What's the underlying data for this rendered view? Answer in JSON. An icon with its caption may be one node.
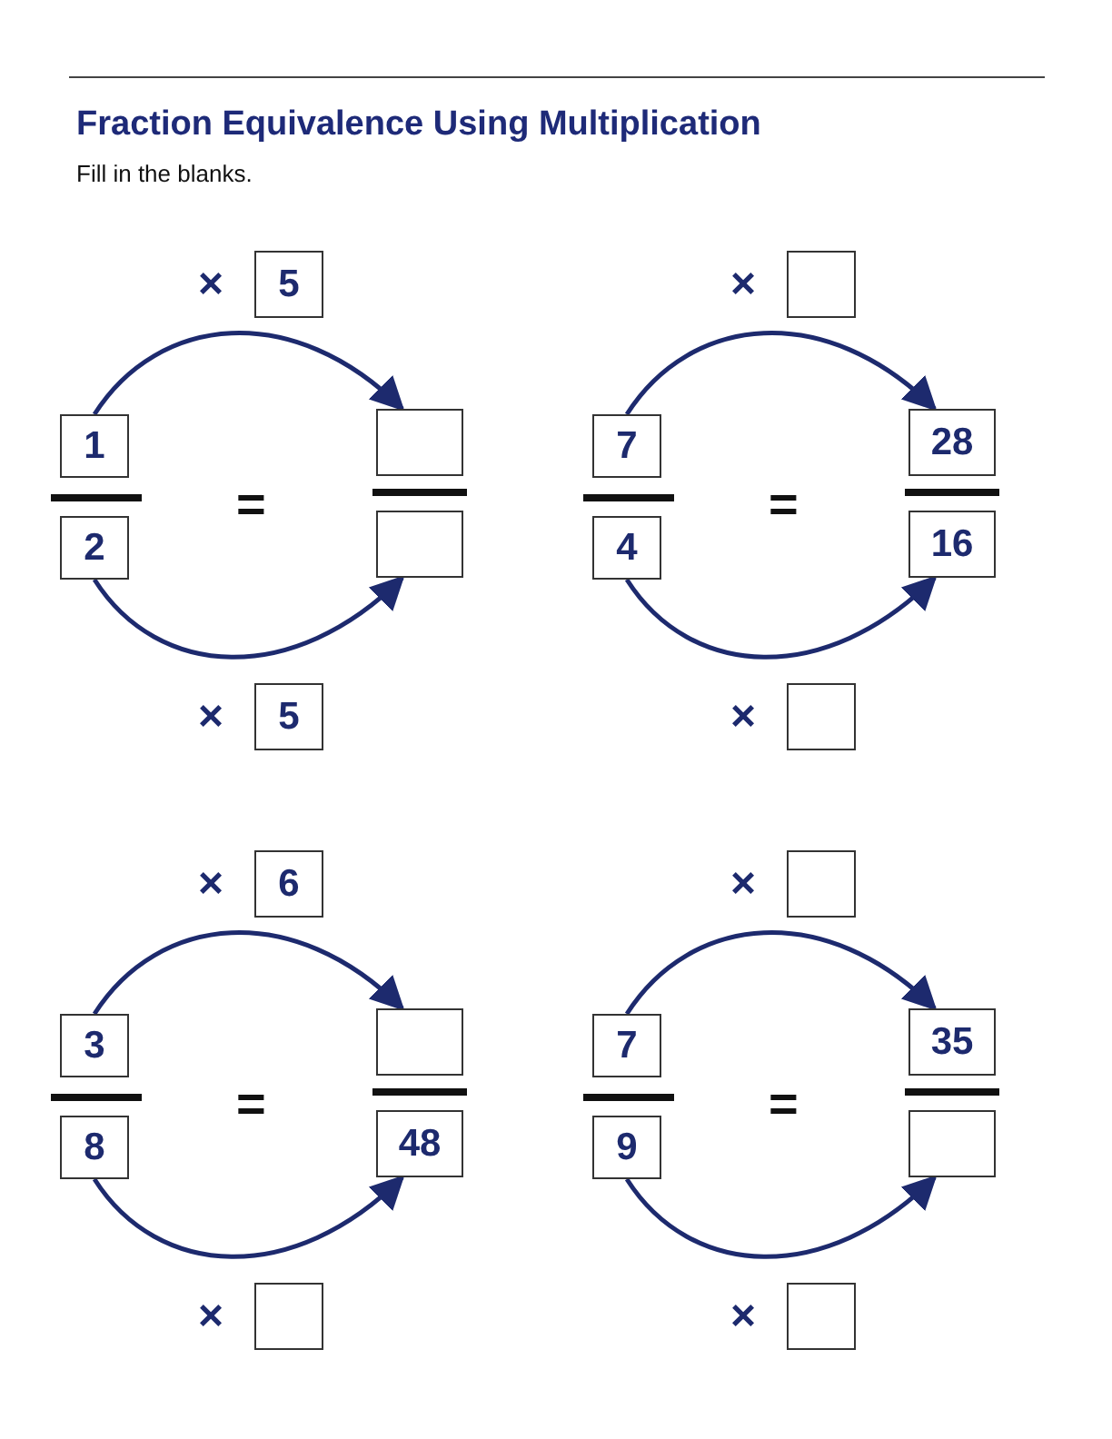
{
  "diagram": {
    "title": "Fraction Equivalence Using Multiplication",
    "nodes": [
      {
        "text": [
          "5"
        ],
        "beside": [
          "×"
        ]
      },
      {
        "text": [
          "1"
        ]
      },
      {
        "text": [],
        "shape": "box"
      },
      {
        "text": [
          "2"
        ]
      },
      {
        "text": [],
        "shape": "box"
      },
      {
        "text": [
          "5"
        ],
        "beside": [
          "×"
        ]
      },
      {
        "text": [],
        "shape": "box",
        "beside": [
          "×"
        ]
      },
      {
        "text": [
          "7"
        ]
      },
      {
        "text": [
          "28"
        ]
      },
      {
        "text": [
          "4"
        ]
      },
      {
        "text": [
          "16"
        ]
      },
      {
        "text": [],
        "shape": "box",
        "beside": [
          "×"
        ]
      },
      {
        "text": [
          "6"
        ],
        "beside": [
          "×"
        ]
      },
      {
        "text": [
          "3"
        ]
      },
      {
        "text": [],
        "shape": "box"
      },
      {
        "text": [
          "8"
        ]
      },
      {
        "text": [
          "48"
        ]
      },
      {
        "text": [],
        "shape": "box",
        "beside": [
          "×"
        ]
      },
      {
        "text": [],
        "shape": "box",
        "beside": [
          "×"
        ]
      },
      {
        "text": [
          "7"
        ]
      },
      {
        "text": [
          "35"
        ]
      },
      {
        "text": [
          "9"
        ]
      },
      {
        "text": [],
        "shape": "box"
      },
      {
        "text": [],
        "shape": "box",
        "beside": [
          "×"
        ]
      }
    ],
    "edges": [
      {
        "from": 1,
        "to": 2,
        "arrow": "to"
      },
      {
        "from": 3,
        "to": 4,
        "arrow": "to"
      },
      {
        "from": 7,
        "to": 8,
        "arrow": "to"
      },
      {
        "from": 9,
        "to": 10,
        "arrow": "to"
      },
      {
        "from": 13,
        "to": 14,
        "arrow": "to"
      },
      {
        "from": 15,
        "to": 16,
        "arrow": "to"
      },
      {
        "from": 19,
        "to": 20,
        "arrow": "to"
      },
      {
        "from": 21,
        "to": 22,
        "arrow": "to"
      }
    ],
    "labels": [
      "Fill in the blanks.",
      "=",
      "=",
      "=",
      "="
    ]
  }
}
